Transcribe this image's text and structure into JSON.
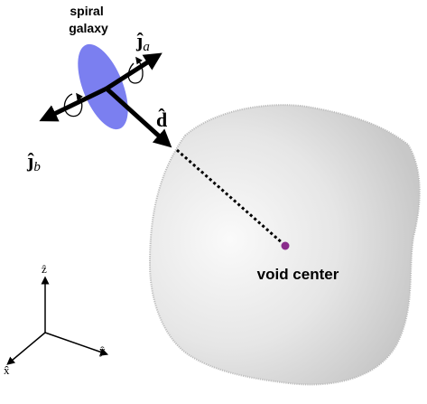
{
  "labels": {
    "galaxy": [
      "spiral",
      "galaxy"
    ],
    "void_center": "void center",
    "j_hat": "ĵ",
    "sub_a": "a",
    "sub_b": "b",
    "d_hat": "d̂",
    "axis_z": "ẑ",
    "axis_y": "ŷ",
    "axis_x": "x̂"
  },
  "colors": {
    "galaxy": "#7b7ff0",
    "void_edge": "#cfcfcf",
    "void_center_fill": "#fafafa",
    "void_center_dot": "#8a2c8c",
    "arrow": "#000000"
  }
}
